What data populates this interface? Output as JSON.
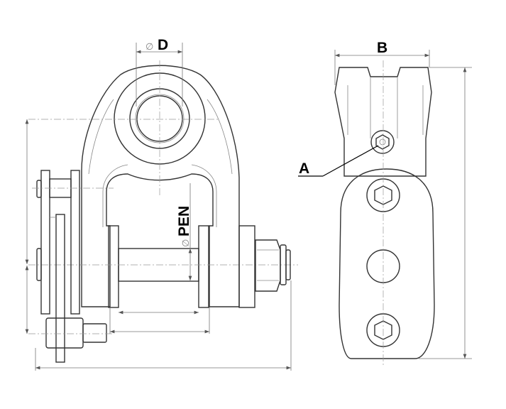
{
  "labels": {
    "diameter_symbol": "∅",
    "D": "D",
    "PEN": "PEN",
    "B": "B",
    "A": "A"
  },
  "colors": {
    "line": "#333333",
    "thin": "#888888",
    "text": "#000000"
  }
}
